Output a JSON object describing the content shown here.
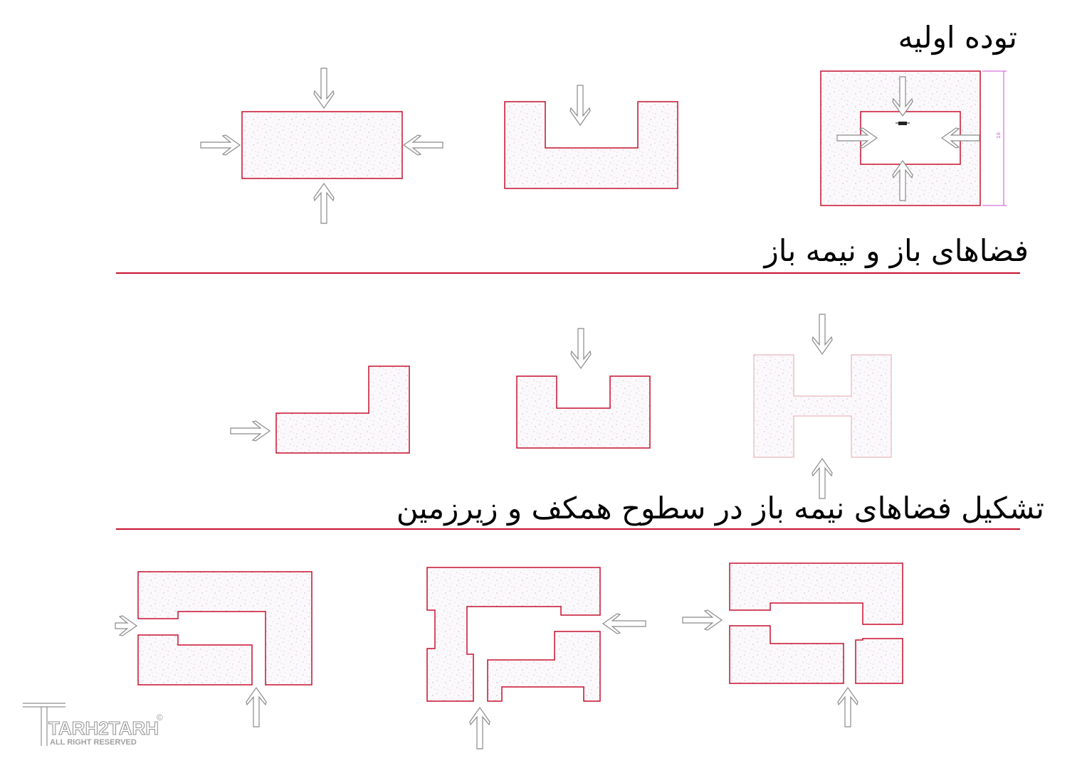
{
  "sections": [
    {
      "title": "توده اولیه"
    },
    {
      "title": "فضاهای باز و نیمه باز"
    },
    {
      "title": "تشکیل فضاهای نیمه باز در سطوح همکف و زیرزمین"
    }
  ],
  "colors": {
    "outline": "#c8102e",
    "hatch": "#b0a0b4",
    "arrow": "#8a8a8a",
    "dimension": "#d04fd0",
    "rule": "#c8102e"
  },
  "dimension_label": "10",
  "watermark": {
    "brand": "TARH2TARH",
    "tagline": "ALL RIGHT RESERVED",
    "copyright": "©"
  }
}
